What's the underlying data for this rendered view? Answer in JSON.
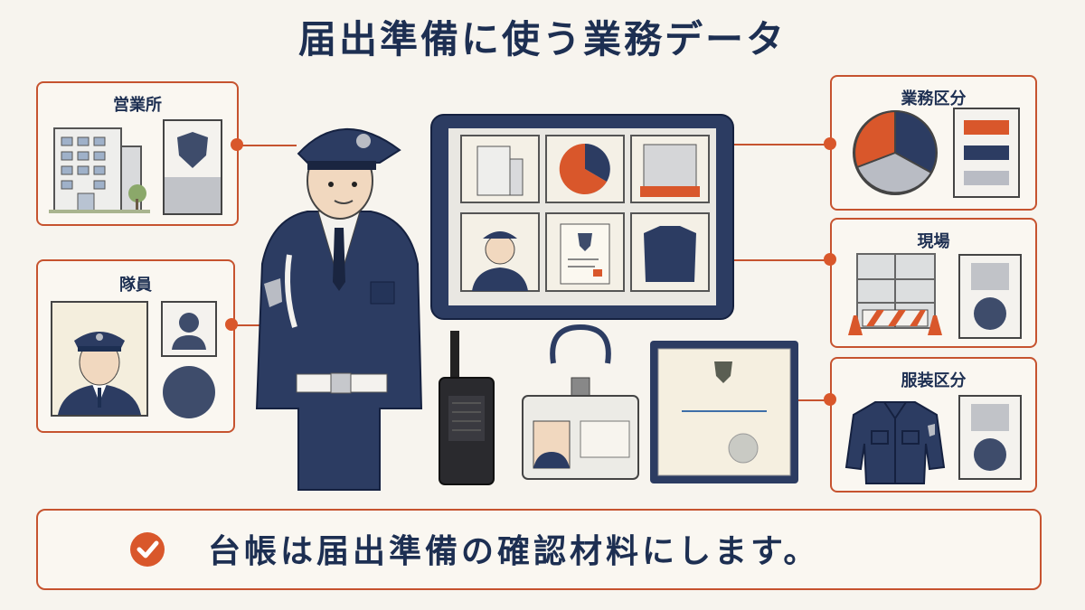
{
  "title": "届出準備に使う業務データ",
  "panels": {
    "office": {
      "label": "営業所"
    },
    "member": {
      "label": "隊員"
    },
    "category": {
      "label": "業務区分"
    },
    "site": {
      "label": "現場"
    },
    "uniform": {
      "label": "服装区分"
    }
  },
  "footer": {
    "text": "台帳は届出準備の確認材料にします。"
  },
  "colors": {
    "navy": "#1d2f52",
    "orange": "#d9572b",
    "gray": "#b9bcc4",
    "paper": "#f7f4ee"
  },
  "icons": [
    "building-icon",
    "shield-icon",
    "guard-icon",
    "person-icon",
    "pie-icon",
    "scaffold-icon",
    "jacket-icon",
    "tablet-icon",
    "radio-icon",
    "id-card-icon",
    "certificate-icon",
    "check-icon"
  ]
}
